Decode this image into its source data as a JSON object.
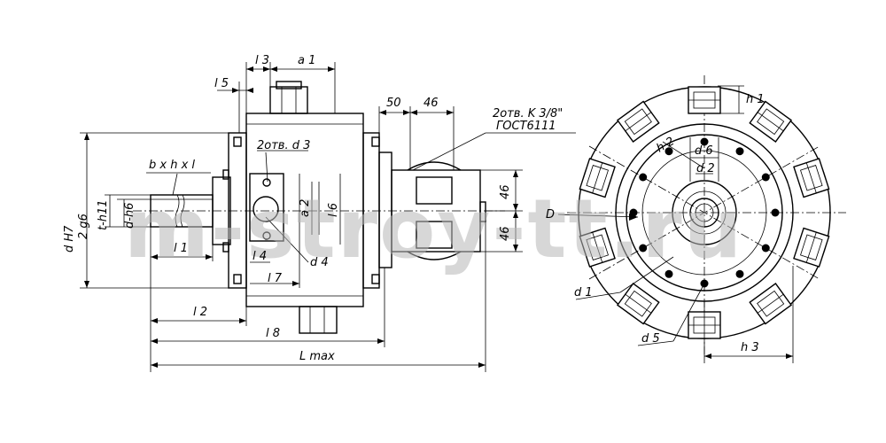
{
  "watermark": "m-stroy-tt.ru",
  "labels": {
    "l3": "l 3",
    "a1": "a 1",
    "l5": "l 5",
    "otv_d3": "2отв. d 3",
    "bhl": "b x h x l",
    "d_h7": "d H7",
    "d_2g6": "2 g6",
    "t_h11": "t-h11",
    "d_h6": "d-h6",
    "l1": "l 1",
    "l4": "l 4",
    "l7": "l 7",
    "d4": "d 4",
    "a2": "a 2",
    "l6": "l 6",
    "l2": "l 2",
    "l8": "l 8",
    "lmax": "L max",
    "dim50": "50",
    "dim46_top": "46",
    "otv_k": "2отв. K 3/8\"",
    "gost": "ГОСТ6111",
    "dim46_r1": "46",
    "dim46_r2": "46",
    "D": "D",
    "h1": "h 1",
    "h2": "h 2",
    "d6": "d 6",
    "d2": "d 2",
    "d1": "d 1",
    "d5": "d 5",
    "h3": "h 3"
  }
}
